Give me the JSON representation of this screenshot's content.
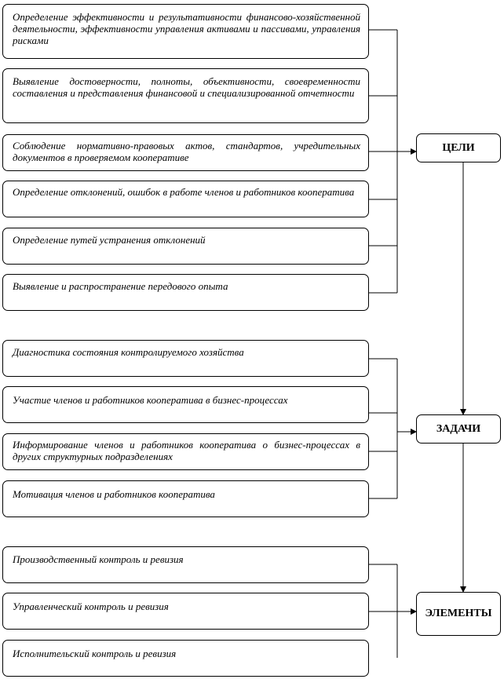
{
  "goals": {
    "hub_label": "ЦЕЛИ",
    "items": [
      "Определение эффективности и результативности финансово-хозяйственной деятельности, эффективности управления активами и пассивами, управления рисками",
      "Выявление достоверности, полноты, объективности, своевременности составления и представления финансовой и специализированной отчетности",
      "Соблюдение нормативно-правовых актов, стандартов, учредительных документов в проверяемом кооперативе",
      "Определение отклонений, ошибок в работе членов и работников кооператива",
      "Определение путей устранения отклонений",
      "Выявление и распространение передового опыта"
    ]
  },
  "tasks": {
    "hub_label": "ЗАДАЧИ",
    "items": [
      "Диагностика состояния контролируемого хозяйства",
      "Участие членов и работников кооператива в бизнес-процессах",
      "Информирование членов и работников кооператива о бизнес-процессах в других структурных подразделениях",
      "Мотивация членов и работников кооператива"
    ]
  },
  "elements": {
    "hub_label": "ЭЛЕМЕНТЫ",
    "items": [
      "Производственный контроль и ревизия",
      "Управленческий контроль и ревизия",
      "Исполнительский контроль и ревизия"
    ]
  }
}
